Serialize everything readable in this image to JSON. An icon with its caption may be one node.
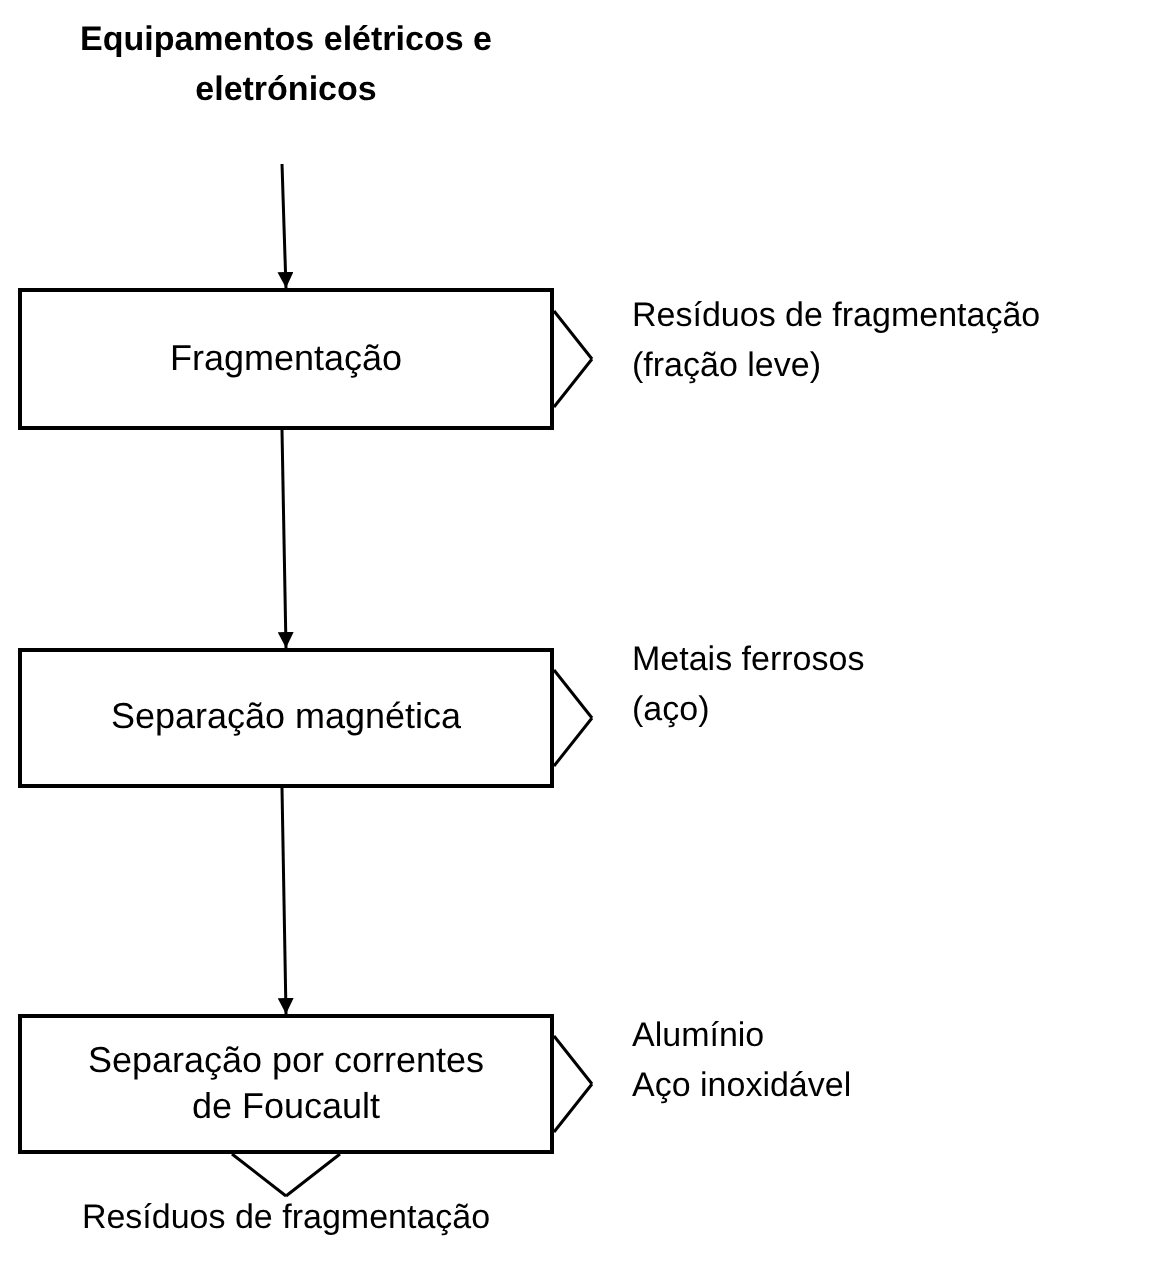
{
  "diagram": {
    "nodes": [
      {
        "text": [
          "Equipamentos elétricos e eletrónicos"
        ]
      },
      {
        "text": [
          "Fragmentação"
        ]
      },
      {
        "text": [
          "Separação magnética"
        ]
      },
      {
        "text": [
          "Separação por correntes de Foucault"
        ]
      },
      {
        "text": [
          "Resíduos de fragmentação (fração leve)"
        ]
      },
      {
        "text": [
          "Metais ferrosos (aço)"
        ]
      },
      {
        "text": [
          "Alumínio",
          "Aço inoxidável"
        ]
      },
      {
        "text": [
          "Resíduos de fragmentação"
        ]
      }
    ],
    "edges": [
      {
        "from": 0,
        "to": 1,
        "arrow": "to"
      },
      {
        "from": 1,
        "to": 2,
        "arrow": "to"
      },
      {
        "from": 2,
        "to": 3,
        "arrow": "to"
      },
      {
        "from": 1,
        "to": 4,
        "arrow": "none"
      },
      {
        "from": 2,
        "to": 5,
        "arrow": "none"
      },
      {
        "from": 3,
        "to": 6,
        "arrow": "none"
      },
      {
        "from": 3,
        "to": 7,
        "arrow": "none"
      }
    ]
  }
}
